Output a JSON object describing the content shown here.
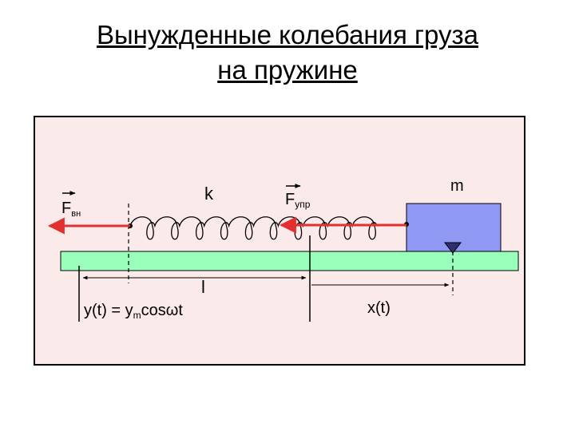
{
  "slide": {
    "title_line1": "Вынужденные колебания груза",
    "title_line2": "на пружине"
  },
  "figure": {
    "background_color": "#fbeaea",
    "rail_color": "#99ffbb",
    "block_color": "#8f98f2",
    "arrow_color": "#e23030",
    "labels": {
      "spring_constant": "k",
      "mass": "m",
      "force_external": "F",
      "force_external_subscript": "вн",
      "force_elastic": "F",
      "force_elastic_subscript": "упр",
      "length": "l",
      "drive_law_left": "y(t) = y",
      "drive_law_subscript": "m",
      "drive_law_right": "cosωt",
      "displacement": "x(t)"
    }
  }
}
